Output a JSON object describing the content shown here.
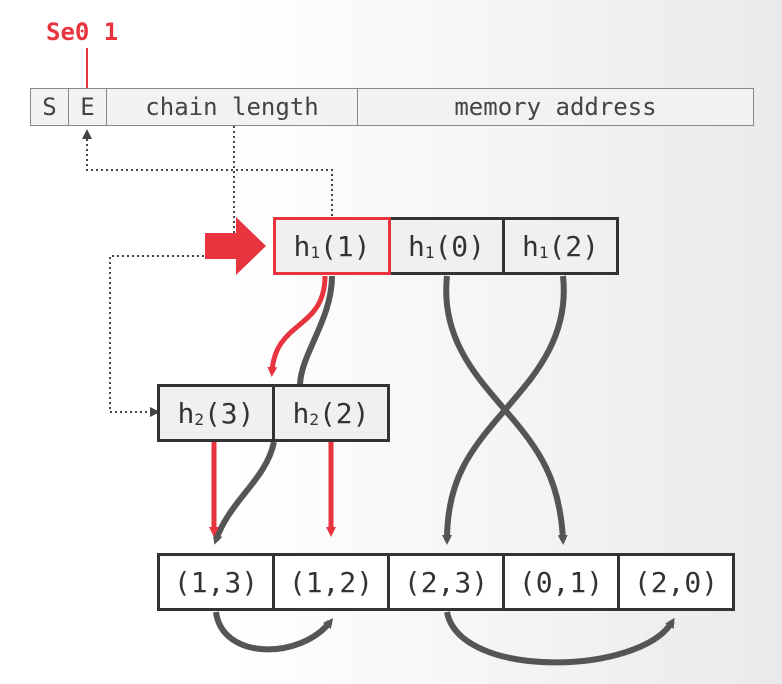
{
  "annotation": {
    "text": "Se0 1"
  },
  "header": {
    "cells": [
      {
        "label": "S"
      },
      {
        "label": "E"
      },
      {
        "label": "chain length"
      },
      {
        "label": "memory address"
      }
    ]
  },
  "level1": [
    {
      "name": "h",
      "sub": "1",
      "arg": "(1)"
    },
    {
      "name": "h",
      "sub": "1",
      "arg": "(0)"
    },
    {
      "name": "h",
      "sub": "1",
      "arg": "(2)"
    }
  ],
  "level2": [
    {
      "name": "h",
      "sub": "2",
      "arg": "(3)"
    },
    {
      "name": "h",
      "sub": "2",
      "arg": "(2)"
    }
  ],
  "entries": [
    {
      "label": "(1,3)"
    },
    {
      "label": "(1,2)"
    },
    {
      "label": "(2,3)"
    },
    {
      "label": "(0,1)"
    },
    {
      "label": "(2,0)"
    }
  ],
  "colors": {
    "accent": "#e8343f",
    "dark": "#555555",
    "box_border": "#333333"
  }
}
